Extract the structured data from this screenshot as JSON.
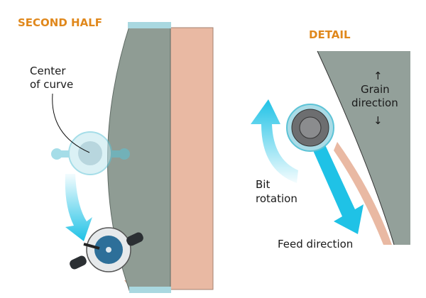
{
  "headings": {
    "left": "SECOND HALF",
    "right": "DETAIL"
  },
  "labels": {
    "center_line1": "Center",
    "center_line2": "of curve",
    "grain_line1": "Grain",
    "grain_line2": "direction",
    "bit_line1": "Bit",
    "bit_line2": "rotation",
    "feed": "Feed direction"
  },
  "colors": {
    "heading": "#e0881c",
    "arrow": "#1fc2e6",
    "template": "#8f9c94",
    "board": "#e9b9a3",
    "template_edge": "#a9d8e0"
  }
}
